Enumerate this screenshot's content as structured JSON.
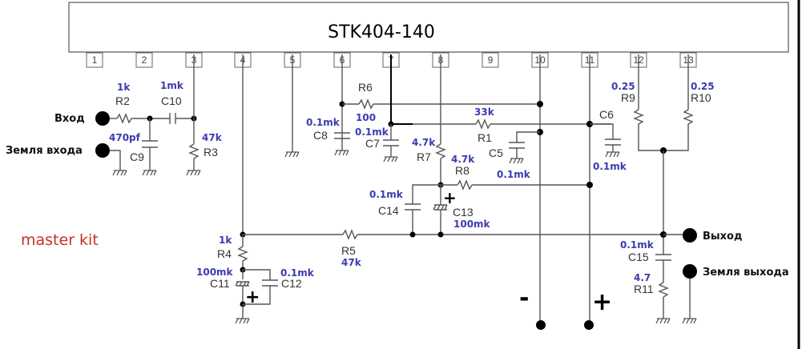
{
  "chip": {
    "name": "STK404-140",
    "pins": [
      "1",
      "2",
      "3",
      "4",
      "5",
      "6",
      "7",
      "8",
      "9",
      "10",
      "11",
      "12",
      "13"
    ]
  },
  "io": {
    "input": "Вход",
    "input_ground": "Земля входа",
    "output": "Выход",
    "output_ground": "Земля выхода"
  },
  "power": {
    "minus": "-",
    "plus": "+"
  },
  "brand": "master kit",
  "components": {
    "R1": {
      "ref": "R1",
      "value": "33k"
    },
    "R2": {
      "ref": "R2",
      "value": "1k"
    },
    "R3": {
      "ref": "R3",
      "value": "47k"
    },
    "R4": {
      "ref": "R4",
      "value": "1k"
    },
    "R5": {
      "ref": "R5",
      "value": "47k"
    },
    "R6": {
      "ref": "R6",
      "value": "100"
    },
    "R7": {
      "ref": "R7",
      "value": "4.7k"
    },
    "R8": {
      "ref": "R8",
      "value": "4.7k"
    },
    "R9": {
      "ref": "R9",
      "value": "0.25"
    },
    "R10": {
      "ref": "R10",
      "value": "0.25"
    },
    "R11": {
      "ref": "R11",
      "value": "4.7"
    },
    "C5": {
      "ref": "C5",
      "value": "0.1mk"
    },
    "C6": {
      "ref": "C6",
      "value": "0.1mk"
    },
    "C7": {
      "ref": "C7",
      "value": "0.1mk"
    },
    "C8": {
      "ref": "C8",
      "value": "0.1mk"
    },
    "C9": {
      "ref": "C9",
      "value": "470pf"
    },
    "C10": {
      "ref": "C10",
      "value": "1mk"
    },
    "C11": {
      "ref": "C11",
      "value": "100mk"
    },
    "C12": {
      "ref": "C12",
      "value": "0.1mk"
    },
    "C13": {
      "ref": "C13",
      "value": "100mk"
    },
    "C14": {
      "ref": "C14",
      "value": "0.1mk"
    },
    "C15": {
      "ref": "C15",
      "value": "0.1mk"
    }
  },
  "polarity_mark": "+"
}
